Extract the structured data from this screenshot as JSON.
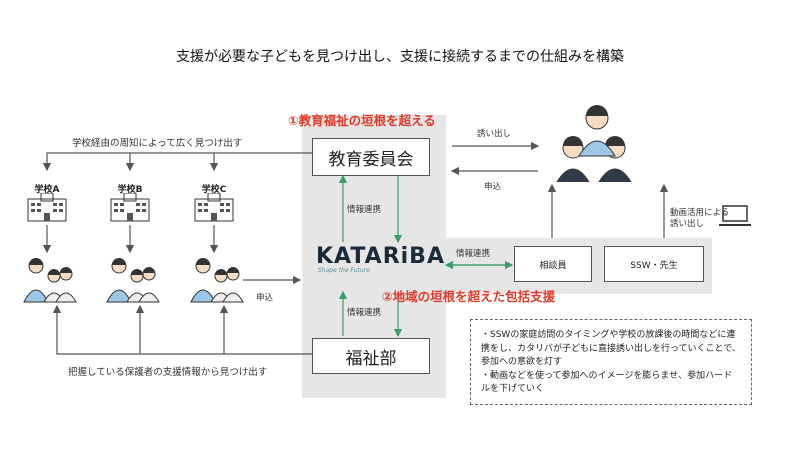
{
  "title": "支援が必要な子どもを見つけ出し、支援に接続するまでの仕組みを構築",
  "label_1": "①教育福祉の垣根を超える",
  "label_2": "②地域の垣根を超えた包括支援",
  "boxes": {
    "board": "教育委員会",
    "welfare": "福祉部",
    "counselor": "相談員",
    "ssw": "SSW・先生"
  },
  "logo": {
    "text": "KATARiBA",
    "tagline": "Shape the Future"
  },
  "schools": [
    "学校A",
    "学校B",
    "学校C"
  ],
  "arrow_labels": {
    "school_notice": "学校経由の周知によって広く見つけ出す",
    "guardian_info": "把握している保護者の支援情報から見つけ出す",
    "info_link_top": "情報連携",
    "info_link_bottom": "情報連携",
    "info_link_right": "情報連携",
    "invite": "誘い出し",
    "apply_top": "申込",
    "apply_left": "申込",
    "video": "動画活用による\n誘い出し"
  },
  "note_lines": [
    "・SSWの家庭訪問のタイミングや学校の放課後の時間などに連携をし、カタリバが子どもに直接誘い出しを行っていくことで、参加への意欲を灯す",
    "・動画などを使って参加へのイメージを膨らませ、参加ハードルを下げていく"
  ],
  "colors": {
    "accent_red": "#e23a2a",
    "panel_gray": "#e6e6e6",
    "arrow_green": "#3a9b6b",
    "brand_navy": "#1b2a38"
  },
  "icons": [
    "school-building-icon",
    "family-group-icon",
    "students-group-icon",
    "laptop-icon"
  ]
}
